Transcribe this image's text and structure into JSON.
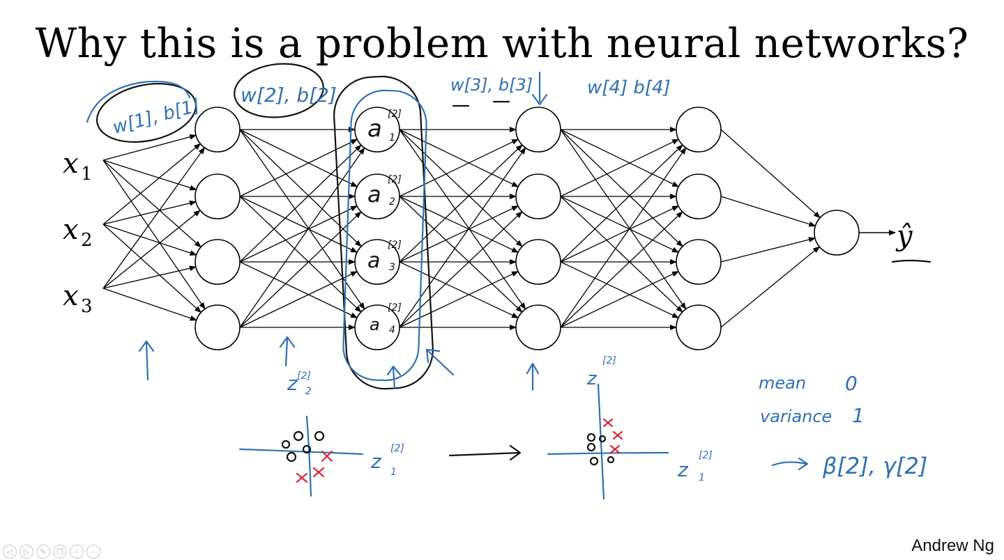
{
  "slide": {
    "title": "Why this is a problem with neural networks?",
    "author": "Andrew Ng"
  },
  "inputs": [
    "x",
    "x",
    "x"
  ],
  "input_subscripts": [
    "1",
    "2",
    "3"
  ],
  "output": "ŷ",
  "annotations": {
    "w1b1": "w[1], b[1]",
    "w2b2": "w[2], b[2]",
    "w3b3": "w[3], b[3]",
    "w4b4": "w[4] b[4]",
    "a_nodes": [
      {
        "letter": "a",
        "sub": "1",
        "sup": "[2]"
      },
      {
        "letter": "a",
        "sub": "2",
        "sup": "[2]"
      },
      {
        "letter": "a",
        "sub": "3",
        "sup": "[2]"
      },
      {
        "letter": "a",
        "sub": "4",
        "sup": "[2]"
      }
    ],
    "z2_axis_label": "z",
    "z2_axis_sub": "2",
    "z2_axis_sup": "[2]",
    "z1_axis_label": "z",
    "z1_axis_sub": "1",
    "z1_axis_sup": "[2]",
    "mean_text": "mean",
    "mean_value": "0",
    "variance_text": "variance",
    "variance_value": "1",
    "beta_gamma": "β[2], γ[2]"
  },
  "colors": {
    "ink_black": "#111111",
    "ink_blue": "#2f6fb3",
    "ink_red": "#d62839"
  },
  "player_controls": [
    {
      "name": "prev-icon",
      "glyph": "◁"
    },
    {
      "name": "play-icon",
      "glyph": "▷"
    },
    {
      "name": "pen-icon",
      "glyph": "✎"
    },
    {
      "name": "copy-icon",
      "glyph": "❐"
    },
    {
      "name": "zoom-icon",
      "glyph": "⌕"
    },
    {
      "name": "more-icon",
      "glyph": "⋯"
    }
  ]
}
